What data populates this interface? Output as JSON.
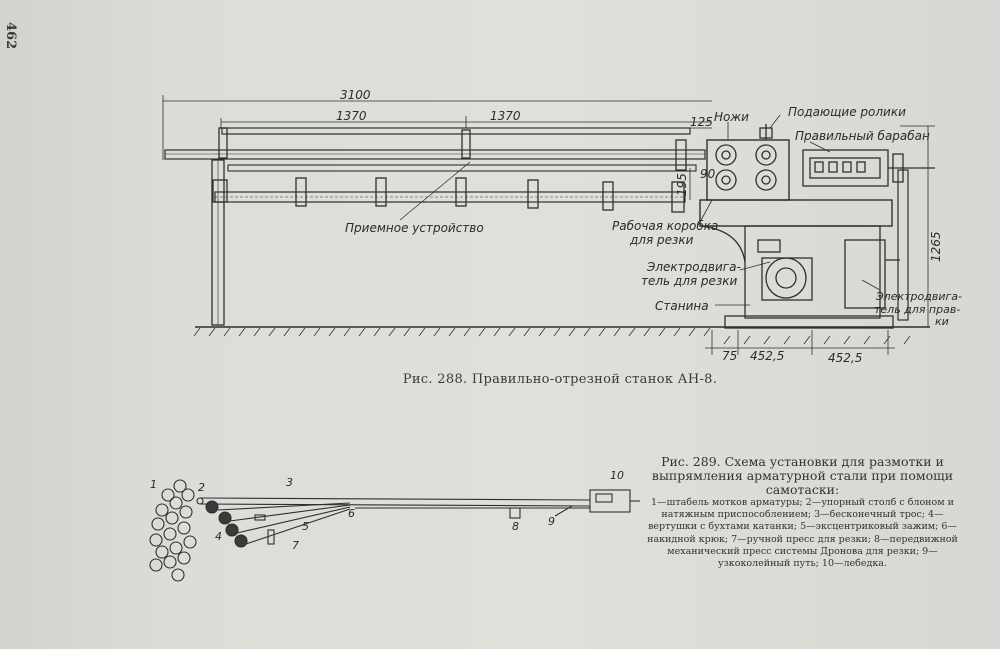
{
  "page_number": "462",
  "fig288": {
    "caption": "Рис. 288. Правильно-отрезной станок АН-8.",
    "labels": {
      "feed_rollers": "Подающие ролики",
      "knives": "Ножи",
      "straightening_drum": "Правильный барабан",
      "receiving_device": "Приемное устройство",
      "working_box_1": "Рабочая коробка",
      "working_box_2": "для резки",
      "cut_motor_1": "Электродвига-",
      "cut_motor_2": "тель для резки",
      "frame": "Станина",
      "straight_motor_1": "Электродвига-",
      "straight_motor_2": "тель для прав-",
      "straight_motor_3": "ки"
    },
    "dimensions": {
      "total": "3100",
      "left": "1370",
      "right": "1370",
      "d125": "125",
      "d195": "195",
      "d90": "90",
      "height": "1265",
      "d75": "75",
      "d452a": "452,5",
      "d452b": "452,5"
    }
  },
  "fig289": {
    "caption": "Рис. 289. Схема установки для размотки и выпрямления арматурной стали при помощи самотаски:",
    "legend": "1—штабель мотков арматуры; 2—упорный столб с блоном и натяжным приспособлением; 3—бесконечный трос; 4—вертушки с бухтами катанки; 5—эксцентриковый зажим; 6—накидной крюк; 7—ручной пресс для резки; 8—передвижной механический пресс системы Дронова для резки; 9—узкоколейный путь; 10—лебедка.",
    "numbers": {
      "n1": "1",
      "n2": "2",
      "n3": "3",
      "n4": "4",
      "n5": "5",
      "n6": "6",
      "n7": "7",
      "n8": "8",
      "n9": "9",
      "n10": "10"
    }
  }
}
